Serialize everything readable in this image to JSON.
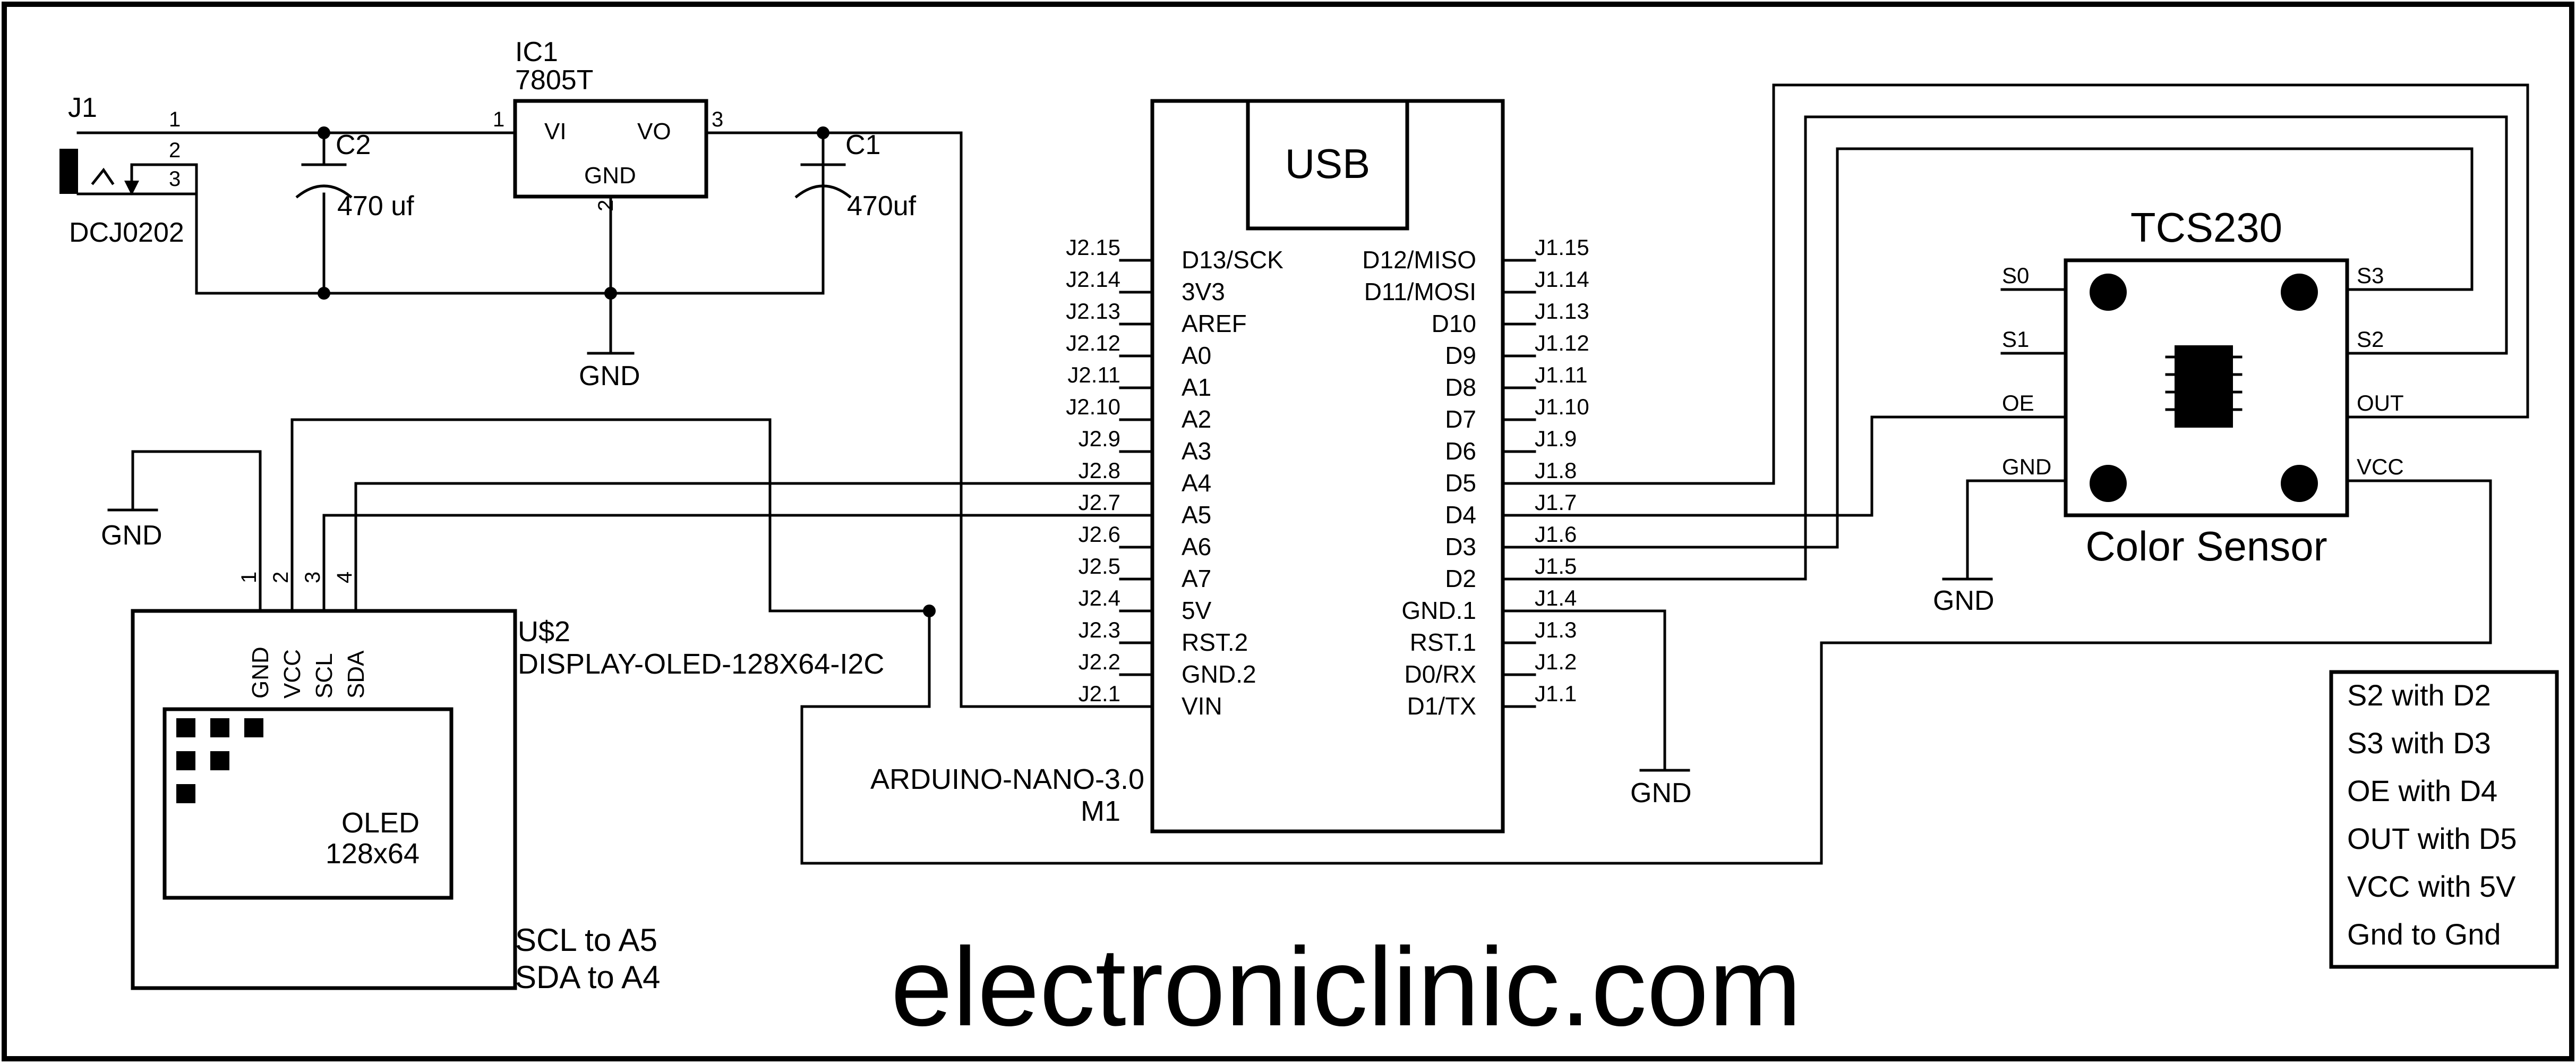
{
  "power_jack": {
    "ref": "J1",
    "part": "DCJ0202",
    "pins": [
      "1",
      "2",
      "3"
    ]
  },
  "regulator": {
    "ref": "IC1",
    "part": "7805T",
    "vi": "VI",
    "vo": "VO",
    "gnd": "GND",
    "pin_vi": "1",
    "pin_gnd": "2",
    "pin_vo": "3"
  },
  "cap_c2": {
    "ref": "C2",
    "value": "470 uf"
  },
  "cap_c1": {
    "ref": "C1",
    "value": "470uf"
  },
  "gnd_label": "GND",
  "arduino": {
    "usb": "USB",
    "name": "ARDUINO-NANO-3.0",
    "ref": "M1",
    "left_pins": [
      {
        "net": "J2.15",
        "label": "D13/SCK"
      },
      {
        "net": "J2.14",
        "label": "3V3"
      },
      {
        "net": "J2.13",
        "label": "AREF"
      },
      {
        "net": "J2.12",
        "label": "A0"
      },
      {
        "net": "J2.11",
        "label": "A1"
      },
      {
        "net": "J2.10",
        "label": "A2"
      },
      {
        "net": "J2.9",
        "label": "A3"
      },
      {
        "net": "J2.8",
        "label": "A4"
      },
      {
        "net": "J2.7",
        "label": "A5"
      },
      {
        "net": "J2.6",
        "label": "A6"
      },
      {
        "net": "J2.5",
        "label": "A7"
      },
      {
        "net": "J2.4",
        "label": "5V"
      },
      {
        "net": "J2.3",
        "label": "RST.2"
      },
      {
        "net": "J2.2",
        "label": "GND.2"
      },
      {
        "net": "J2.1",
        "label": "VIN"
      }
    ],
    "right_pins": [
      {
        "net": "J1.15",
        "label": "D12/MISO"
      },
      {
        "net": "J1.14",
        "label": "D11/MOSI"
      },
      {
        "net": "J1.13",
        "label": "D10"
      },
      {
        "net": "J1.12",
        "label": "D9"
      },
      {
        "net": "J1.11",
        "label": "D8"
      },
      {
        "net": "J1.10",
        "label": "D7"
      },
      {
        "net": "J1.9",
        "label": "D6"
      },
      {
        "net": "J1.8",
        "label": "D5"
      },
      {
        "net": "J1.7",
        "label": "D4"
      },
      {
        "net": "J1.6",
        "label": "D3"
      },
      {
        "net": "J1.5",
        "label": "D2"
      },
      {
        "net": "J1.4",
        "label": "GND.1"
      },
      {
        "net": "J1.3",
        "label": "RST.1"
      },
      {
        "net": "J1.2",
        "label": "D0/RX"
      },
      {
        "net": "J1.1",
        "label": "D1/TX"
      }
    ]
  },
  "oled": {
    "ref": "U$2",
    "part": "DISPLAY-OLED-128X64-I2C",
    "pins": [
      "GND",
      "VCC",
      "SCL",
      "SDA"
    ],
    "pin_numbers": [
      "1",
      "2",
      "3",
      "4"
    ],
    "screen_line1": "OLED",
    "screen_line2": "128x64",
    "note_line1": "SCL to A5",
    "note_line2": "SDA to A4"
  },
  "sensor": {
    "title": "TCS230",
    "subtitle": "Color Sensor",
    "left_pins": [
      "S0",
      "S1",
      "OE",
      "GND"
    ],
    "right_pins": [
      "S3",
      "S2",
      "OUT",
      "VCC"
    ]
  },
  "connection_table": [
    "S2 with D2",
    "S3 with D3",
    "OE with D4",
    "OUT with D5",
    "VCC with 5V",
    "Gnd to Gnd"
  ],
  "footer": "electroniclinic.com"
}
